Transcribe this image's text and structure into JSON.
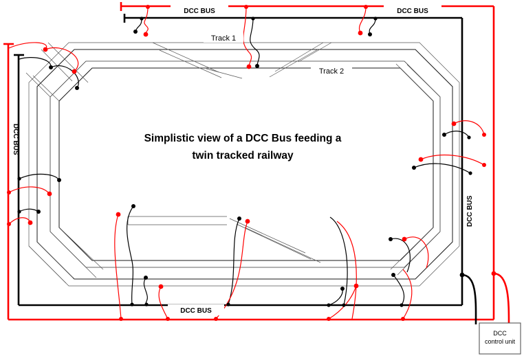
{
  "diagram": {
    "title_line1": "Simplistic view of a DCC Bus feeding a",
    "title_line2": "twin tracked railway",
    "colors": {
      "bus_positive": "#ff0000",
      "bus_negative": "#000000",
      "rail": "#1a1a1a",
      "background": "#ffffff"
    },
    "labels": {
      "bus_top_left": "DCC BUS",
      "bus_top_right": "DCC BUS",
      "bus_left": "DCC BUS",
      "bus_right": "DCC BUS",
      "bus_bottom": "DCC BUS",
      "track_outer": "Track 1",
      "track_inner": "Track 2"
    },
    "control_unit": {
      "line1": "DCC",
      "line2": "control unit"
    }
  }
}
